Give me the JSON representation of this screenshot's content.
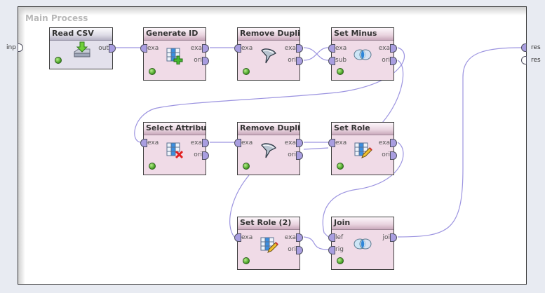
{
  "process": {
    "title": "Main Process"
  },
  "global_ports": {
    "input": [
      {
        "label": "inp",
        "connected": false
      }
    ],
    "output": [
      {
        "label": "res",
        "connected": true
      },
      {
        "label": "res",
        "connected": false
      }
    ]
  },
  "operators": {
    "read_csv": {
      "title": "Read CSV",
      "icon": "read-csv-icon",
      "outputs": [
        "out"
      ]
    },
    "generate_id": {
      "title": "Generate ID",
      "icon": "generate-id-icon",
      "inputs": [
        "exa"
      ],
      "outputs": [
        "exa",
        "ori"
      ]
    },
    "remove_dup_1": {
      "title": "Remove Dupli...",
      "icon": "filter-funnel-icon",
      "inputs": [
        "exa"
      ],
      "outputs": [
        "exa",
        "ori"
      ]
    },
    "set_minus": {
      "title": "Set Minus",
      "icon": "set-minus-icon",
      "inputs": [
        "exa",
        "sub"
      ],
      "outputs": [
        "exa",
        "ori"
      ]
    },
    "select_attr": {
      "title": "Select Attribu...",
      "icon": "select-attributes-icon",
      "inputs": [
        "exa"
      ],
      "outputs": [
        "exa",
        "ori"
      ]
    },
    "remove_dup_2": {
      "title": "Remove Dupli...",
      "icon": "filter-funnel-icon",
      "inputs": [
        "exa"
      ],
      "outputs": [
        "exa",
        "ori"
      ]
    },
    "set_role": {
      "title": "Set Role",
      "icon": "set-role-icon",
      "inputs": [
        "exa"
      ],
      "outputs": [
        "exa",
        "ori"
      ]
    },
    "set_role_2": {
      "title": "Set Role (2)",
      "icon": "set-role-icon",
      "inputs": [
        "exa"
      ],
      "outputs": [
        "exa",
        "ori"
      ]
    },
    "join": {
      "title": "Join",
      "icon": "join-icon",
      "inputs": [
        "lef",
        "rig"
      ],
      "outputs": [
        "joi"
      ]
    }
  },
  "colors": {
    "wire": "#9c94e0",
    "port": "#a99ee0",
    "node_body": "#f0dbe7",
    "led": "#3f9a1e"
  }
}
